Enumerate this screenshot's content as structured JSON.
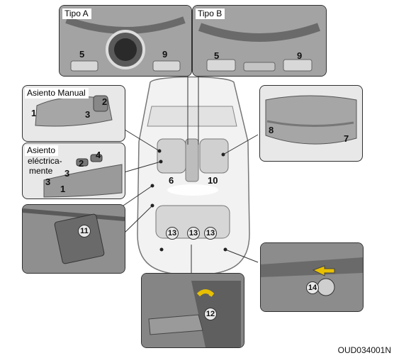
{
  "panels": {
    "tipo_a": {
      "label": "Tipo A",
      "callouts": [
        "5",
        "9"
      ]
    },
    "tipo_b": {
      "label": "Tipo B",
      "callouts": [
        "5",
        "9"
      ]
    },
    "asiento_manual": {
      "label": "Asiento Manual",
      "callouts": [
        "1",
        "2",
        "3"
      ]
    },
    "asiento_electrico": {
      "label_line1": "Asiento",
      "label_line2": "eléctrica-",
      "label_line3": "mente",
      "callouts": [
        "4",
        "2",
        "3",
        "3",
        "1"
      ]
    },
    "door": {
      "callouts": [
        "11"
      ]
    },
    "rear_seat_side": {
      "callouts": [
        "8",
        "7"
      ]
    },
    "rear_console": {
      "callouts": [
        "12"
      ]
    },
    "trunk": {
      "callouts": [
        "14"
      ]
    }
  },
  "car": {
    "callouts": [
      "6",
      "10",
      "13",
      "13",
      "13"
    ]
  },
  "figure_code": "OUD034001N"
}
